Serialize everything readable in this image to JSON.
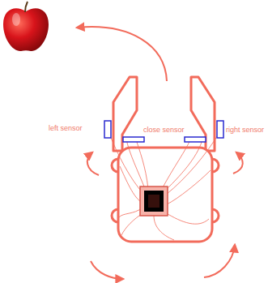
{
  "diagram": {
    "labels": [
      "left sensor",
      "close sensor",
      "right sensor"
    ]
  }
}
